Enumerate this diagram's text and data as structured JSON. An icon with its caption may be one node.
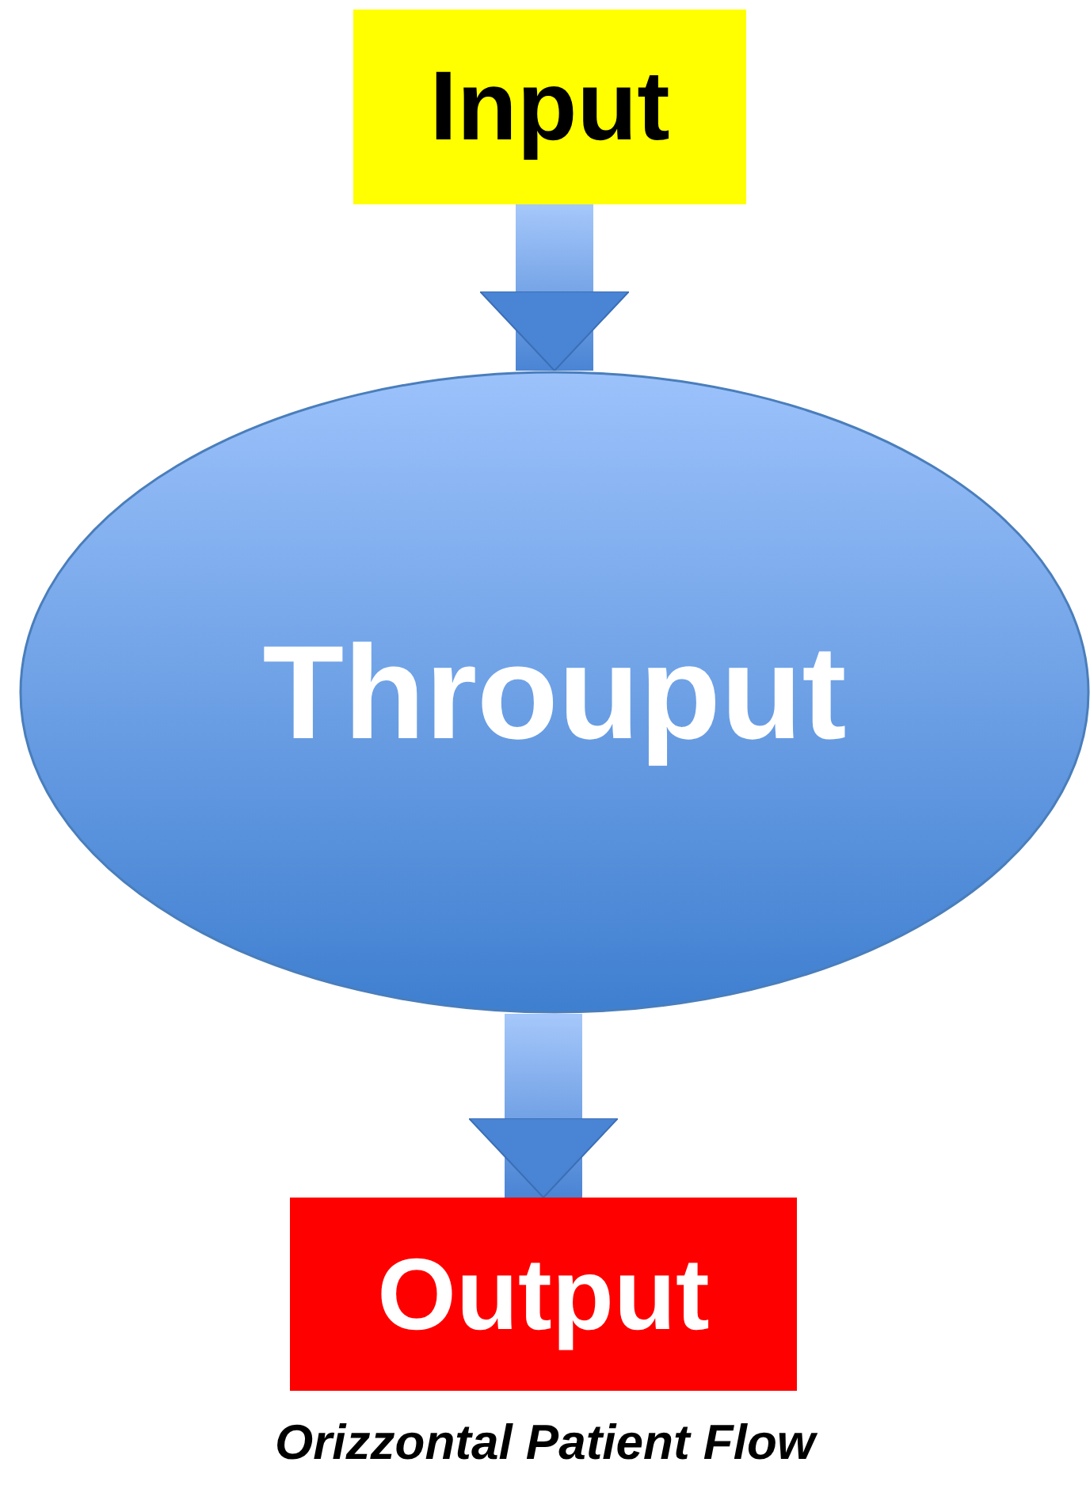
{
  "diagram": {
    "caption": "Orizzontal Patient Flow",
    "nodes": [
      {
        "text": [
          "Input"
        ]
      },
      {
        "text": [
          "Throuput"
        ]
      },
      {
        "text": [
          "Output"
        ]
      }
    ],
    "edges": [
      {
        "from": 0,
        "to": 1,
        "arrow": "to"
      },
      {
        "from": 1,
        "to": 2,
        "arrow": "to"
      }
    ]
  }
}
